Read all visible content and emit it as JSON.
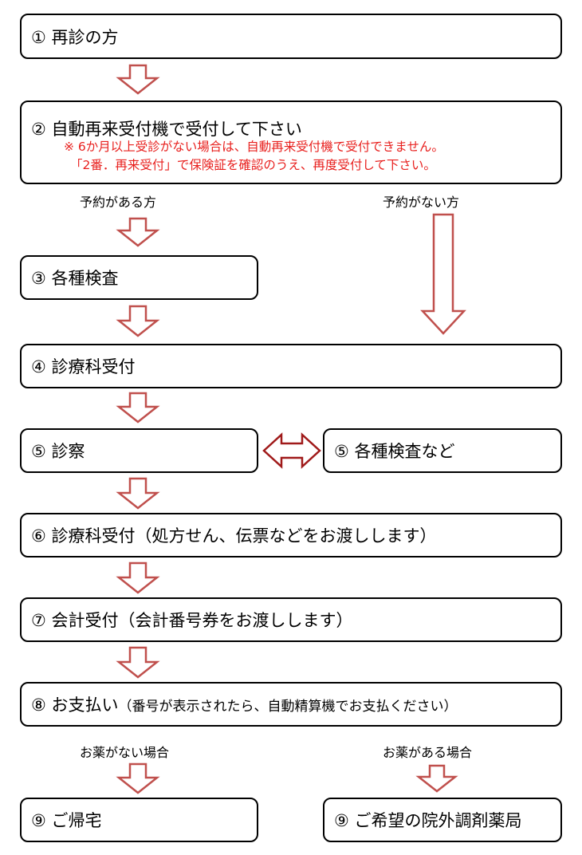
{
  "steps": {
    "s1": "① 再診の方",
    "s2": "② 自動再来受付機で受付して下さい",
    "s2_note1": "※ 6か月以上受診がない場合は、自動再来受付機で受付できません。",
    "s2_note2": "「2番．再来受付」で保険証を確認のうえ、再度受付して下さい。",
    "s3": "③ 各種検査",
    "s4": "④ 診療科受付",
    "s5a": "⑤ 診察",
    "s5b": "⑤ 各種検査など",
    "s6": "⑥ 診療科受付（処方せん、伝票などをお渡しします）",
    "s7": "⑦ 会計受付（会計番号券をお渡しします）",
    "s8_main": "⑧ お支払い",
    "s8_sub": "（番号が表示されたら、自動精算機でお支払ください）",
    "s9a": "⑨ ご帰宅",
    "s9b": "⑨ ご希望の院外調剤薬局"
  },
  "branches": {
    "with_reservation": "予約がある方",
    "without_reservation": "予約がない方",
    "no_medicine": "お薬がない場合",
    "with_medicine": "お薬がある場合"
  },
  "colors": {
    "arrow": "#c0504d",
    "note": "#e8201e"
  }
}
